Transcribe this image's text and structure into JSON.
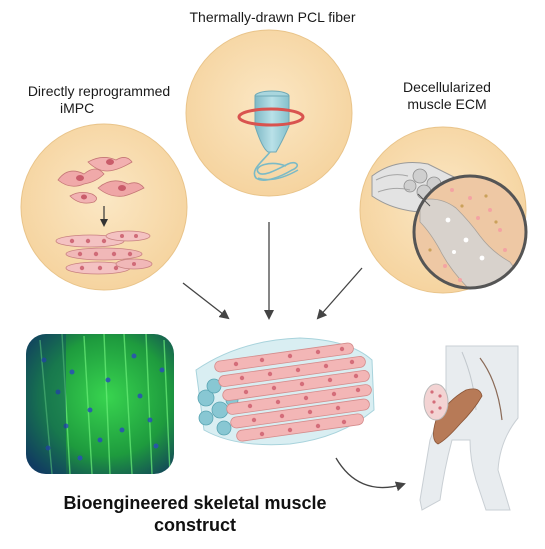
{
  "labels": {
    "pcl_fiber": "Thermally-drawn  PCL fiber",
    "impc_line1": "Directly reprogrammed",
    "impc_line2": "iMPC",
    "ecm_line1": "Decellularized",
    "ecm_line2": "muscle  ECM",
    "construct_line1": "Bioengineered skeletal muscle",
    "construct_line2": "construct"
  },
  "colors": {
    "circle_fill": "#f8dcae",
    "cell_pink": "#f2b7b7",
    "nucleus": "#d4707a",
    "fiber_teal": "#9ccfd8",
    "ring_red": "#d9534f",
    "fluorescence_green": "#22b34a",
    "fluorescence_blue": "#1b3f8f",
    "muscle_brown": "#b77a57",
    "arrow": "#444444"
  },
  "icons": [
    "cell-cluster-icon",
    "fiber-tip-icon",
    "ecm-bundle-icon",
    "fluorescence-image",
    "muscle-construct-icon",
    "mouse-leg-icon"
  ]
}
